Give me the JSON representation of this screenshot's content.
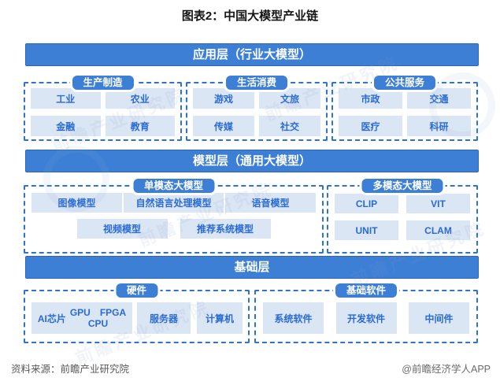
{
  "title": "图表2：中国大模型产业链",
  "layers": [
    {
      "header": "应用层（行业大模型）",
      "groups": [
        {
          "pill": "生产制造",
          "items": [
            "工业",
            "农业",
            "金融",
            "教育"
          ]
        },
        {
          "pill": "生活消费",
          "items": [
            "游戏",
            "文旅",
            "传媒",
            "社交"
          ]
        },
        {
          "pill": "公共服务",
          "items": [
            "市政",
            "交通",
            "医疗",
            "科研"
          ]
        }
      ]
    },
    {
      "header": "模型层（通用大模型）",
      "groups": [
        {
          "pill": "单模态大模型",
          "row1": [
            "图像模型",
            "自然语言处理模型",
            "语音模型"
          ],
          "row2": [
            "视频模型",
            "推荐系统模型"
          ]
        },
        {
          "pill": "多模态大模型",
          "items": [
            "CLIP",
            "VIT",
            "UNIT",
            "CLAM"
          ]
        }
      ]
    },
    {
      "header": "基础层",
      "groups": [
        {
          "pill": "硬件",
          "chip": {
            "label": "AI芯片",
            "items": [
              "GPU",
              "FPGA",
              "CPU"
            ]
          },
          "items": [
            "服务器",
            "计算机"
          ]
        },
        {
          "pill": "基础软件",
          "items": [
            "系统软件",
            "开发软件",
            "中间件"
          ]
        }
      ]
    }
  ],
  "footer": {
    "source": "资料来源：前瞻产业研究院",
    "credit": "@前瞻经济学人APP"
  },
  "watermark": {
    "text": "前瞻产业研究院"
  },
  "colors": {
    "accent": "#3E7FD6",
    "accent_border": "#2B66B8",
    "dashed_border": "#2F74CC",
    "item_bg": "#DBE6F5",
    "item_text": "#2A6BD3",
    "footer_text": "#595959"
  }
}
